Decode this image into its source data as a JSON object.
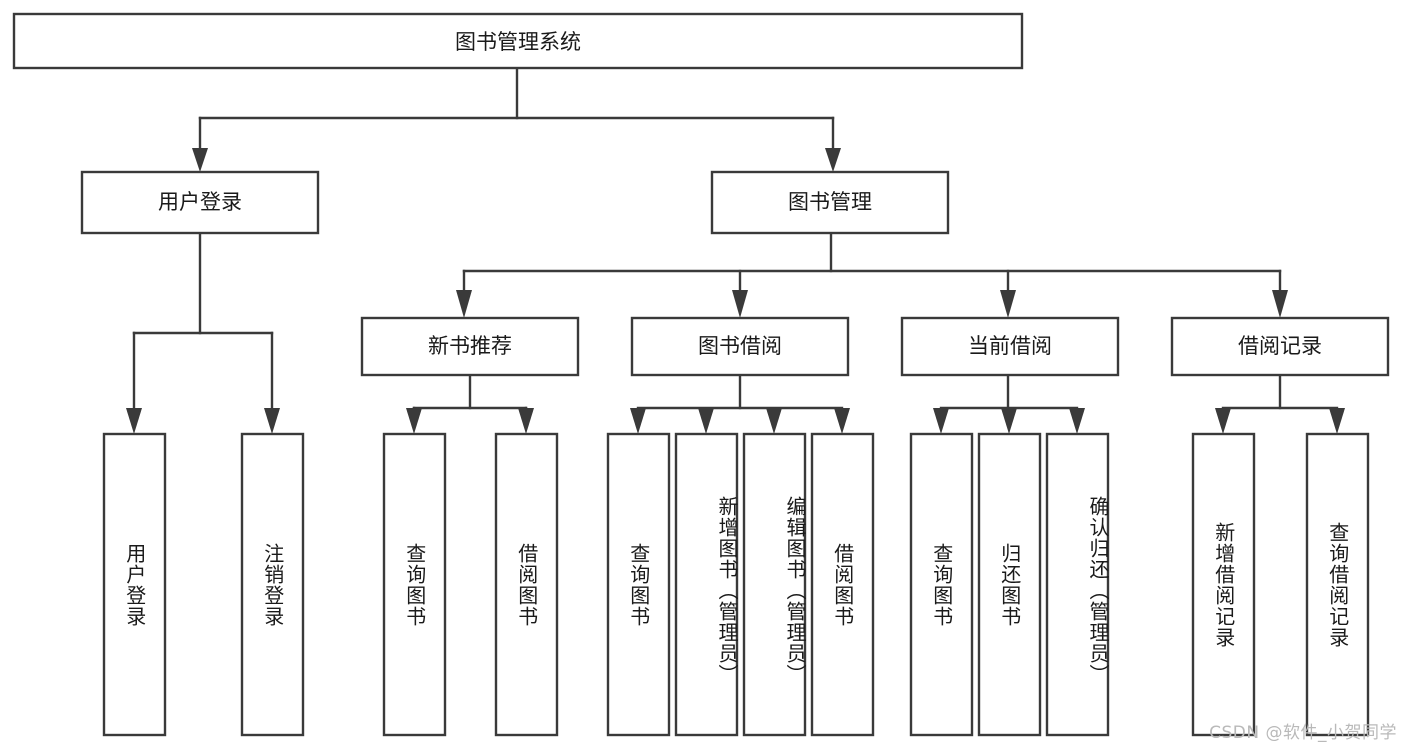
{
  "diagram": {
    "title": "图书管理系统",
    "type": "tree",
    "orientation": "top-down",
    "colors": {
      "box_stroke": "#3a3a3a",
      "box_fill": "#ffffff",
      "connector": "#3a3a3a",
      "text": "#1a1a1a",
      "watermark": "#b9b9b9",
      "background": "#ffffff"
    },
    "root": {
      "label": "图书管理系统"
    },
    "level2": [
      {
        "label": "用户登录"
      },
      {
        "label": "图书管理"
      }
    ],
    "level3": [
      {
        "label": "新书推荐"
      },
      {
        "label": "图书借阅"
      },
      {
        "label": "当前借阅"
      },
      {
        "label": "借阅记录"
      }
    ],
    "leaves": {
      "user_login": [
        {
          "label": "用户登录"
        },
        {
          "label": "注销登录"
        }
      ],
      "new_book_recommend": [
        {
          "label": "查询图书"
        },
        {
          "label": "借阅图书"
        }
      ],
      "book_borrow": [
        {
          "label": "查询图书"
        },
        {
          "label": "新增图书（管理员）"
        },
        {
          "label": "编辑图书（管理员）"
        },
        {
          "label": "借阅图书"
        }
      ],
      "current_borrow": [
        {
          "label": "查询图书"
        },
        {
          "label": "归还图书"
        },
        {
          "label": "确认归还（管理员）"
        }
      ],
      "borrow_records": [
        {
          "label": "新增借阅记录"
        },
        {
          "label": "查询借阅记录"
        }
      ]
    }
  },
  "watermark": {
    "text": "CSDN @软件_小贺同学"
  }
}
